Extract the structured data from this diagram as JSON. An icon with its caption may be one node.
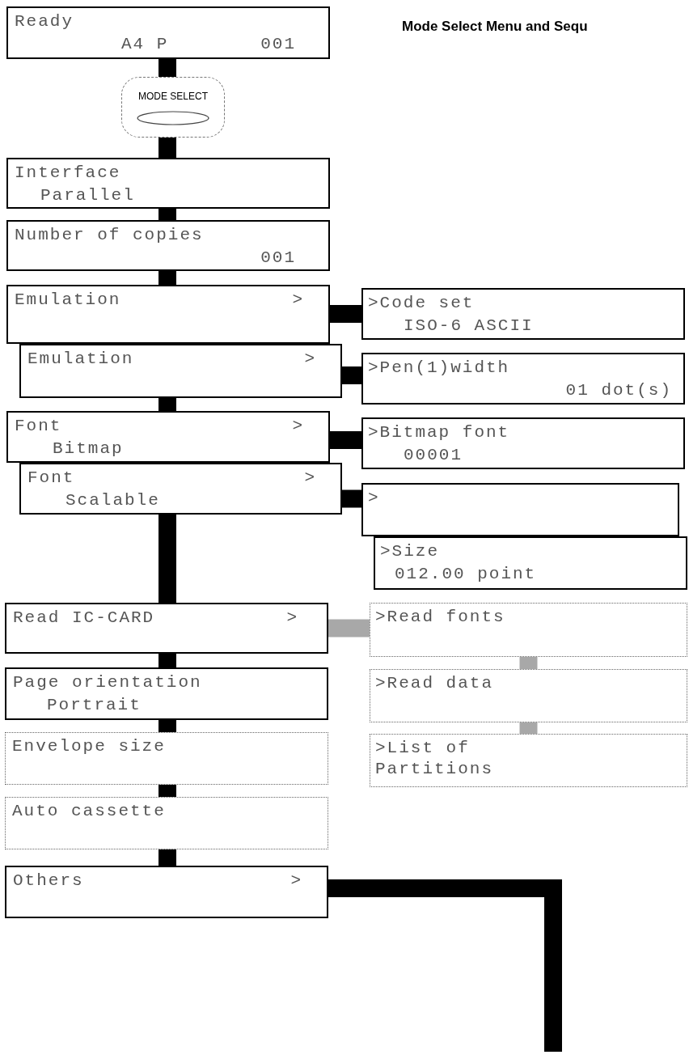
{
  "diagram": {
    "title": "Mode Select Menu and Sequ",
    "nodes": [
      {
        "text": [
          "Ready",
          "A4 P",
          "001"
        ]
      },
      {
        "text": [
          "MODE SELECT"
        ]
      },
      {
        "text": [
          "Interface",
          "Parallel"
        ]
      },
      {
        "text": [
          "Number of copies",
          "001"
        ]
      },
      {
        "text": [
          "Emulation",
          ">"
        ]
      },
      {
        "text": [
          "Emulation",
          ">"
        ]
      },
      {
        "text": [
          "Font",
          ">",
          "Bitmap"
        ]
      },
      {
        "text": [
          "Font",
          ">",
          "Scalable"
        ]
      },
      {
        "text": [
          "Read IC-CARD",
          ">"
        ]
      },
      {
        "text": [
          "Page orientation",
          "Portrait"
        ]
      },
      {
        "text": [
          "Envelope size"
        ]
      },
      {
        "text": [
          "Auto cassette"
        ]
      },
      {
        "text": [
          "Others",
          ">"
        ]
      },
      {
        "text": [
          ">Code set",
          "ISO-6 ASCII"
        ]
      },
      {
        "text": [
          ">Pen(1)width",
          "01 dot(s)"
        ]
      },
      {
        "text": [
          ">Bitmap font",
          "00001"
        ]
      },
      {
        "text": [
          ">"
        ]
      },
      {
        "text": [
          ">Size",
          "012.00 point"
        ]
      },
      {
        "text": [
          ">Read fonts"
        ]
      },
      {
        "text": [
          ">Read data"
        ]
      },
      {
        "text": [
          ">List of Partitions"
        ]
      }
    ],
    "edges": [
      {
        "from": 0,
        "to": 1,
        "arrow": "none"
      },
      {
        "from": 1,
        "to": 2,
        "arrow": "none"
      },
      {
        "from": 2,
        "to": 3,
        "arrow": "none"
      },
      {
        "from": 3,
        "to": 4,
        "arrow": "none"
      },
      {
        "from": 5,
        "to": 6,
        "arrow": "none"
      },
      {
        "from": 7,
        "to": 8,
        "arrow": "none"
      },
      {
        "from": 8,
        "to": 9,
        "arrow": "none"
      },
      {
        "from": 9,
        "to": 10,
        "arrow": "none"
      },
      {
        "from": 10,
        "to": 11,
        "arrow": "none"
      },
      {
        "from": 11,
        "to": 12,
        "arrow": "none"
      },
      {
        "from": 4,
        "to": 13,
        "arrow": "none"
      },
      {
        "from": 5,
        "to": 14,
        "arrow": "none"
      },
      {
        "from": 6,
        "to": 15,
        "arrow": "none"
      },
      {
        "from": 7,
        "to": 16,
        "arrow": "none"
      },
      {
        "from": 8,
        "to": 18,
        "arrow": "none",
        "color": "#a8a8a8"
      },
      {
        "from": 18,
        "to": 19,
        "arrow": "none",
        "color": "#a8a8a8"
      },
      {
        "from": 19,
        "to": 20,
        "arrow": "none",
        "color": "#a8a8a8"
      },
      {
        "from": 12,
        "to": null,
        "arrow": "none"
      }
    ]
  }
}
